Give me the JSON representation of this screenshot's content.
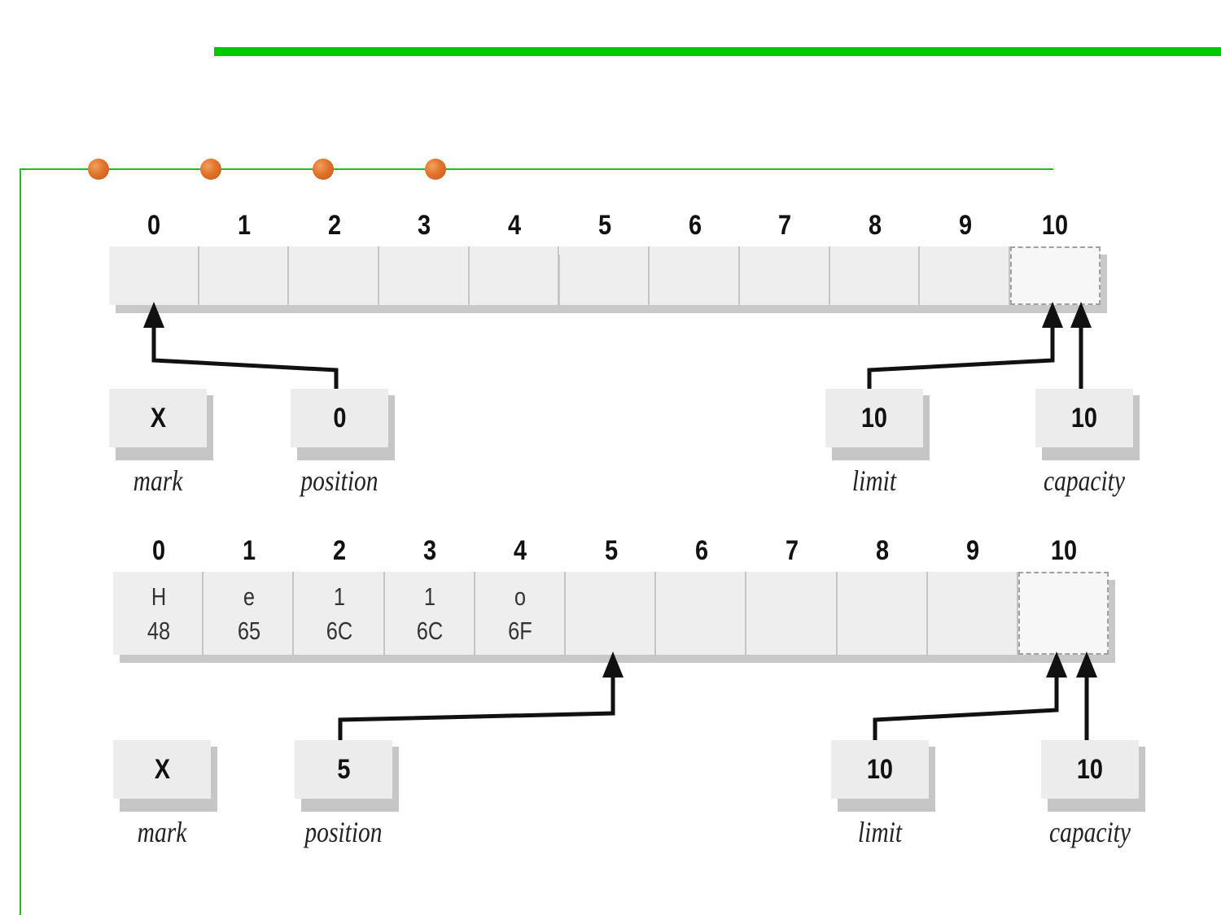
{
  "decor": {
    "accent_bar_color": "#00c800",
    "frame_color": "#22bb22",
    "bullet_color": "#e0732a",
    "bullet_count": 4
  },
  "diagrams": [
    {
      "indices": [
        "0",
        "1",
        "2",
        "3",
        "4",
        "5",
        "6",
        "7",
        "8",
        "9",
        "10"
      ],
      "cells": [
        {
          "char": "",
          "hex": ""
        },
        {
          "char": "",
          "hex": ""
        },
        {
          "char": "",
          "hex": ""
        },
        {
          "char": "",
          "hex": ""
        },
        {
          "char": "",
          "hex": ""
        },
        {
          "char": "",
          "hex": ""
        },
        {
          "char": "",
          "hex": ""
        },
        {
          "char": "",
          "hex": ""
        },
        {
          "char": "",
          "hex": ""
        },
        {
          "char": "",
          "hex": ""
        }
      ],
      "pointers": {
        "mark": {
          "value": "X",
          "label": "mark"
        },
        "position": {
          "value": "0",
          "label": "position"
        },
        "limit": {
          "value": "10",
          "label": "limit"
        },
        "capacity": {
          "value": "10",
          "label": "capacity"
        }
      }
    },
    {
      "indices": [
        "0",
        "1",
        "2",
        "3",
        "4",
        "5",
        "6",
        "7",
        "8",
        "9",
        "10"
      ],
      "cells": [
        {
          "char": "H",
          "hex": "48"
        },
        {
          "char": "e",
          "hex": "65"
        },
        {
          "char": "1",
          "hex": "6C"
        },
        {
          "char": "1",
          "hex": "6C"
        },
        {
          "char": "o",
          "hex": "6F"
        },
        {
          "char": "",
          "hex": ""
        },
        {
          "char": "",
          "hex": ""
        },
        {
          "char": "",
          "hex": ""
        },
        {
          "char": "",
          "hex": ""
        },
        {
          "char": "",
          "hex": ""
        }
      ],
      "pointers": {
        "mark": {
          "value": "X",
          "label": "mark"
        },
        "position": {
          "value": "5",
          "label": "position"
        },
        "limit": {
          "value": "10",
          "label": "limit"
        },
        "capacity": {
          "value": "10",
          "label": "capacity"
        }
      }
    }
  ]
}
